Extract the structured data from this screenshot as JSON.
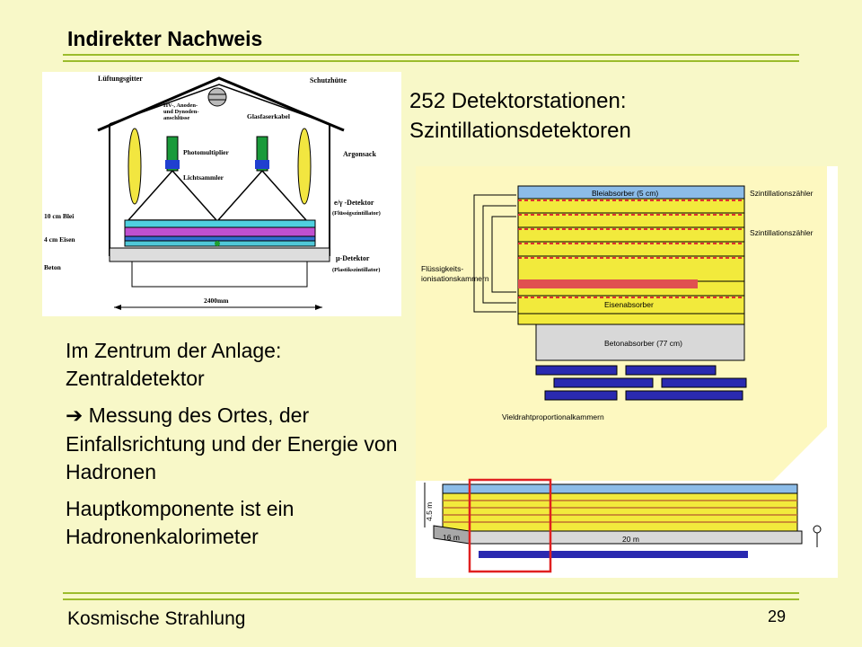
{
  "slide": {
    "title": "Indirekter Nachweis",
    "footer": "Kosmische Strahlung",
    "page_number": "29",
    "stations_line1": "252 Detektorstationen:",
    "stations_line2": "Szintillationsdetektoren",
    "bullets": [
      "Im Zentrum der Anlage: Zentraldetektor",
      "Messung des Ortes, der Einfallsrichtung und der Energie von Hadronen",
      "Hauptkomponente ist ein Hadronenkalorimeter"
    ],
    "arrow_icon": "➔"
  },
  "station_diagram": {
    "labels": {
      "lueftungsgitter": "Lüftungsgitter",
      "schutzhuette": "Schutzhütte",
      "hv1": "HV-, Anoden-",
      "hv2": "und Dynoden-",
      "hv3": "anschlüsse",
      "glasfaserkabel": "Glasfaserkabel",
      "photomultiplier": "Photomultiplier",
      "argonsack": "Argonsack",
      "lichtsammler": "Lichtsammler",
      "eg_detektor": "e/γ -Detektor",
      "fluessig": "(Flüssigszintillator)",
      "blei": "10 cm Blei",
      "eisen": "4 cm Eisen",
      "mu_detektor": "μ-Detektor",
      "plastik": "(Plastikszintillator)",
      "beton": "Beton",
      "width": "2400mm"
    }
  },
  "calorimeter_diagram": {
    "labels": {
      "bleiabsorber": "Bleiabsorber (5 cm)",
      "szint1": "Szintillationszähler",
      "szint2": "Szintillationszähler",
      "fluessig1": "Flüssigkeits-",
      "fluessig2": "ionisationskammern",
      "eisenabsorber": "Eisenabsorber",
      "betonabsorber": "Betonabsorber (77 cm)",
      "vieldraht": "Vieldrahtproportionalkammern",
      "height": "4.5 m",
      "depth": "16 m",
      "length": "20 m"
    }
  },
  "colors": {
    "background": "#f8f8c8",
    "rule": "#9cbc2c",
    "highlight_box": "#e02020",
    "absorber_blue": "#8cbce8",
    "layer_yellow": "#f2ea3c",
    "chamber_blue": "#2a2ab0"
  }
}
